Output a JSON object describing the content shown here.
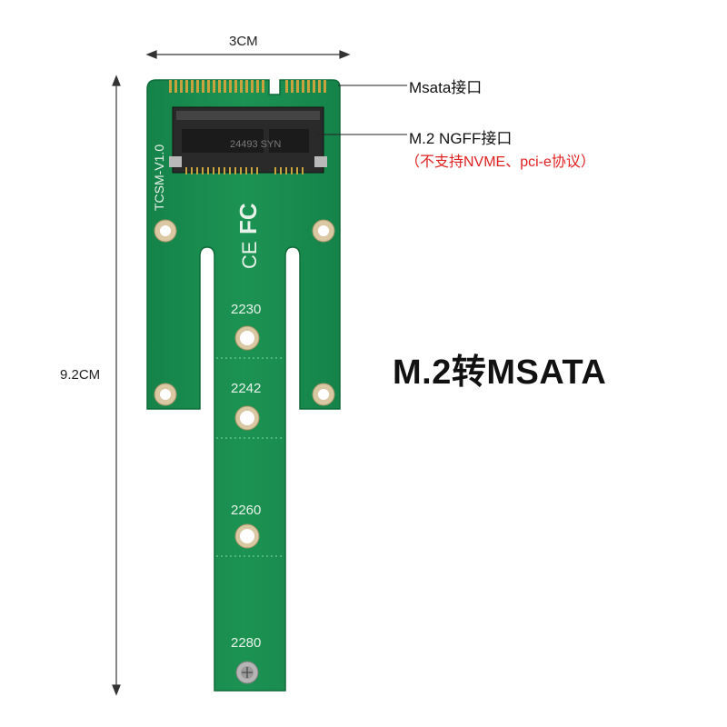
{
  "dimensions": {
    "width_label": "3CM",
    "height_label": "9.2CM"
  },
  "callouts": {
    "msata": "Msata接口",
    "ngff": "M.2 NGFF接口",
    "ngff_note": "（不支持NVME、pci-e协议）"
  },
  "title": "M.2转MSATA",
  "board": {
    "silkscreen_model": "TCSM-V1.0",
    "connector_marking": "24493 SYN",
    "cert_marks": [
      "FC",
      "CE",
      "CE"
    ],
    "length_labels": [
      "2230",
      "2242",
      "2260",
      "2280"
    ]
  },
  "colors": {
    "pcb": "#1a8a4c",
    "pcb_edge": "#0f6a38",
    "gold": "#c8a23c",
    "pad": "#c9b994",
    "callout_red": "#e02020"
  }
}
